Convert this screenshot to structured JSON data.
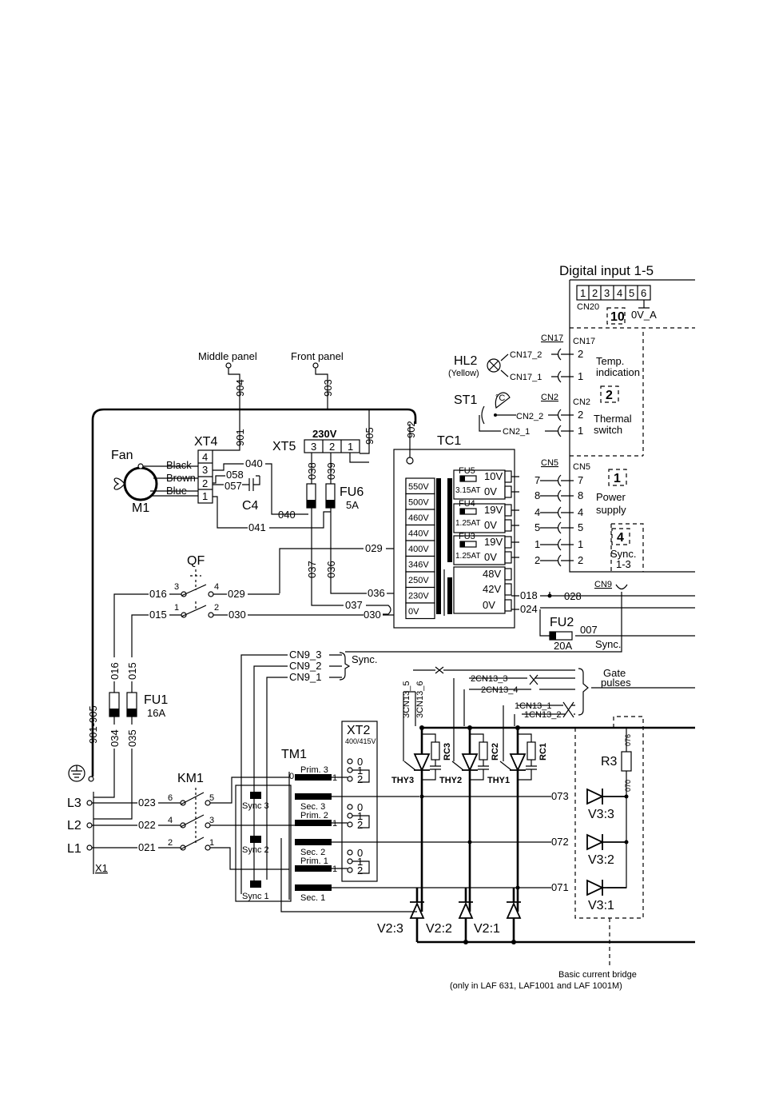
{
  "connectors": {
    "cn20": {
      "title": "Digital input 1-5",
      "label": "CN20",
      "pins": [
        "1",
        "2",
        "3",
        "4",
        "5",
        "6"
      ],
      "ov": "0V_A",
      "ref": "10"
    },
    "cn17": {
      "label": "CN17",
      "label_inner": "CN17",
      "wire2": "CN17_2",
      "wire1": "CN17_1",
      "pin2": "2",
      "pin1": "1",
      "desc1": "Temp.",
      "desc2": "indication"
    },
    "cn2": {
      "label": "CN2",
      "label_inner": "CN2",
      "wire2": "CN2_2",
      "wire1": "CN2_1",
      "pin2": "2",
      "pin1": "1",
      "ref": "2",
      "desc1": "Thermal",
      "desc2": "switch"
    },
    "cn5": {
      "label": "CN5",
      "label_inner": "CN5",
      "pins": [
        "7",
        "8",
        "4",
        "5",
        "1",
        "2"
      ],
      "ref": "1",
      "desc1": "Power",
      "desc2": "supply",
      "ref2": "4",
      "sync1": "Sync.",
      "sync2": "1-3"
    },
    "cn9": {
      "label": "CN9",
      "w3": "CN9_3",
      "w2": "CN9_2",
      "w1": "CN9_1",
      "sync": "Sync.",
      "sync_out": "Sync."
    }
  },
  "indicators": {
    "hl2": "HL2",
    "hl2_color": "(Yellow)",
    "st1": "ST1",
    "st1_sym": "°C"
  },
  "panels": {
    "middle": "Middle panel",
    "front": "Front panel"
  },
  "wires": {
    "w904": "904",
    "w903": "903",
    "w901": "901",
    "w905": "905",
    "w902": "902",
    "w901_905": "901-905",
    "w040a": "040",
    "w040b": "040",
    "w058": "058",
    "w057": "057",
    "w041": "041",
    "w038": "038",
    "w039": "039",
    "w037v": "037",
    "w036v": "036",
    "w029a": "029",
    "w029b": "029",
    "w016": "016",
    "w015": "015",
    "w030a": "030",
    "w030b": "030",
    "w036h": "036",
    "w037h": "037",
    "w018": "018",
    "w028": "028",
    "w024": "024",
    "w007": "007",
    "w016v": "016",
    "w015v": "015",
    "w034": "034",
    "w035": "035",
    "w023": "023",
    "w022": "022",
    "w021": "021",
    "w073": "073",
    "w072": "072",
    "w071": "071",
    "w076": "076",
    "w070": "070"
  },
  "fan": {
    "title": "Fan",
    "motor": "M1",
    "black": "Black",
    "brown": "Brown",
    "blue": "Blue"
  },
  "xt4": {
    "label": "XT4",
    "pins": [
      "4",
      "3",
      "2",
      "1"
    ]
  },
  "capacitor": "C4",
  "xt5": {
    "label": "XT5",
    "voltage": "230V",
    "pins": [
      "3",
      "2",
      "1"
    ]
  },
  "fu6": {
    "label": "FU6",
    "rating": "5A"
  },
  "tc1": {
    "label": "TC1",
    "taps": [
      "550V",
      "500V",
      "460V",
      "440V",
      "400V",
      "346V",
      "250V",
      "230V",
      "0V"
    ],
    "sec_a": [
      "10V",
      "0V"
    ],
    "sec_b": [
      "19V",
      "0V"
    ],
    "sec_c": [
      "19V",
      "0V"
    ],
    "sec_d": [
      "48V",
      "42V",
      "0V"
    ],
    "fu5": "FU5",
    "fu5_r": "3.15AT",
    "fu4": "FU4",
    "fu4_r": "1.25AT",
    "fu3": "FU3",
    "fu3_r": "1.25AT",
    "out_pins": [
      "7",
      "8",
      "4",
      "5",
      "1",
      "2"
    ]
  },
  "fu2": {
    "label": "FU2",
    "rating": "20A"
  },
  "qf": {
    "label": "QF",
    "pins": [
      "3",
      "4",
      "1",
      "2"
    ]
  },
  "fu1": {
    "label": "FU1",
    "rating": "16A"
  },
  "km1": {
    "label": "KM1",
    "pins": [
      "6",
      "5",
      "4",
      "3",
      "2",
      "1"
    ]
  },
  "mains": {
    "l3": "L3",
    "l2": "L2",
    "l1": "L1",
    "x1": "X1"
  },
  "tm1": {
    "label": "TM1",
    "prim3": "Prim. 3",
    "prim2": "Prim. 2",
    "prim1": "Prim. 1",
    "sec3": "Sec. 3",
    "sec2": "Sec. 2",
    "sec1": "Sec. 1",
    "zero": "0",
    "one": "1"
  },
  "sync_coils": [
    "Sync 3",
    "Sync 2",
    "Sync 1"
  ],
  "xt2": {
    "label": "XT2",
    "voltage": "400/415V",
    "t0": "0",
    "t1": "1",
    "t2": "2"
  },
  "gate": {
    "l1": "Gate",
    "l2": "pulses",
    "c35": "3CN13_5",
    "c36": "3CN13_6",
    "c23": "2CN13_3",
    "c24": "2CN13_4",
    "c11": "1CN13_1",
    "c12": "1CN13_2"
  },
  "thyristors": [
    "THY3",
    "THY2",
    "THY1"
  ],
  "rc": [
    "RC3",
    "RC2",
    "RC1"
  ],
  "r3": "R3",
  "diodes_v3": [
    "V3:3",
    "V3:2",
    "V3:1"
  ],
  "diodes_v2": [
    "V2:3",
    "V2:2",
    "V2:1"
  ],
  "bridge": {
    "l1": "Basic current bridge",
    "l2": "(only in  LAF 631, LAF1001 and LAF 1001M)"
  }
}
